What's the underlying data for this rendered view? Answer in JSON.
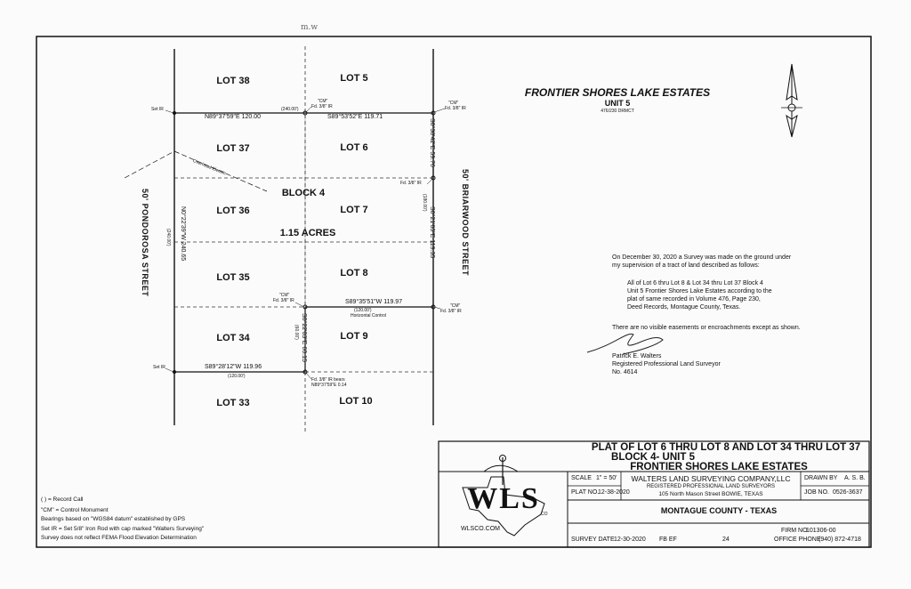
{
  "corner_mark": "m.w",
  "lots_left": [
    "LOT 38",
    "LOT 37",
    "LOT 36",
    "LOT 35",
    "LOT 34",
    "LOT 33"
  ],
  "lots_right": [
    "LOT 5",
    "LOT 6",
    "LOT 7",
    "LOT 8",
    "LOT 9",
    "LOT 10"
  ],
  "block": "BLOCK 4",
  "acres": "1.15 ACRES",
  "streets": {
    "left": "50' PONDOROSA STREET",
    "right": "50' BRIARWOOD STREET"
  },
  "bearings": {
    "top_left": "N89°37'59\"E 120.00",
    "top_rec": "(240.00')",
    "top_right": "S89°53'52\"E 119.71",
    "mid_right": "S89°35'51\"W 119.97",
    "mid_rec": "(120.00')",
    "mid_ctrl": "Horizontal Control",
    "bot_left": "S89°28'12\"W 119.96",
    "bot_rec": "(120.00')",
    "west_line": "N0°22'39\"W 240.65",
    "west_rec": "(240.00')",
    "east_upper": "S0°38'42\"E 59.76",
    "east_lower": "S0°21'05\"E 119.35",
    "east_rec": "(180.00')",
    "center_line": "S0°22'03\"E 60.15",
    "center_rec": "(60.00')"
  },
  "monuments": {
    "set_ir_top": "Set IR",
    "cm_top_c": "\"CM\"",
    "fd_top_c": "Fd. 3/8\" IR",
    "cm_top_r": "\"CM\"",
    "fd_top_r": "Fd. 3/8\" IR",
    "fd_mid_r": "Fd. 3/8\" IR",
    "cm_mid_l": "\"CM\"",
    "fd_mid_l": "Fd. 3/8\" IR",
    "cm_mid_r": "\"CM\"",
    "fd_mid_r2": "Fd. 3/8\" IR",
    "set_ir_bot": "Set IR",
    "fd_bot_1": "Fd. 3/8\" IR bears",
    "fd_bot_2": "N89°37'59\"E 0.14",
    "overhead": "Overhead Electric"
  },
  "subdivision": {
    "name": "FRONTIER SHORES LAKE ESTATES",
    "unit": "UNIT 5",
    "ref": "476/230 DRMCT"
  },
  "certification": {
    "line1": "On December 30, 2020 a Survey was made on the ground under",
    "line2": "my supervision of a tract of land described as follows:",
    "desc1": "All of Lot 6 thru Lot 8 & Lot 34 thru Lot 37 Block 4",
    "desc2": "Unit 5 Frontier Shores Lake Estates according to the",
    "desc3": "plat of same recorded in Volume 476, Page 230,",
    "desc4": "Deed Records, Montague County, Texas.",
    "note": "There are no visible easements or encroachments except as shown.",
    "name": "Patrick E. Walters",
    "title": "Registered Professional Land Surveyor",
    "number": "No. 4614"
  },
  "notes": [
    "(    ) = Record Call",
    "\"CM\" = Control Monument",
    "Bearings based on \"WGS84 datum\" established by GPS",
    "Set IR = Set 5/8\" Iron Rod with cap marked \"Walters  Surveying\"",
    "Survey does not reflect FEMA Flood Elevation Determination"
  ],
  "title_block": {
    "title1": "PLAT OF LOT 6 THRU LOT 8 AND LOT 34 THRU LOT 37",
    "title2": "BLOCK 4-  UNIT 5",
    "title3": "FRONTIER SHORES LAKE ESTATES",
    "logo_text": "WLS",
    "logo_co": "CO",
    "website": "WLSCO.COM",
    "scale_label": "SCALE",
    "scale_value": "1\" = 50'",
    "plat_label": "PLAT NO.",
    "plat_value": "12-38-2020",
    "company": "WALTERS LAND SURVEYING COMPANY,LLC",
    "company_sub": "REGISTERED  PROFESSIONAL  LAND SURVEYORS",
    "address": "105 North Mason Street   BOWIE, TEXAS",
    "drawn_label": "DRAWN BY",
    "drawn_value": "A. S. B.",
    "job_label": "JOB NO.",
    "job_value": "0526-3637",
    "county": "MONTAGUE COUNTY - TEXAS",
    "survey_date_label": "SURVEY DATE",
    "survey_date": "12-30-2020",
    "fb_label": "FB EF",
    "fb_page": "24",
    "firm_label": "FIRM NO.",
    "firm_value": "101306-00",
    "phone_label": "OFFICE PHONE",
    "phone_value": "(940) 872-4718"
  }
}
